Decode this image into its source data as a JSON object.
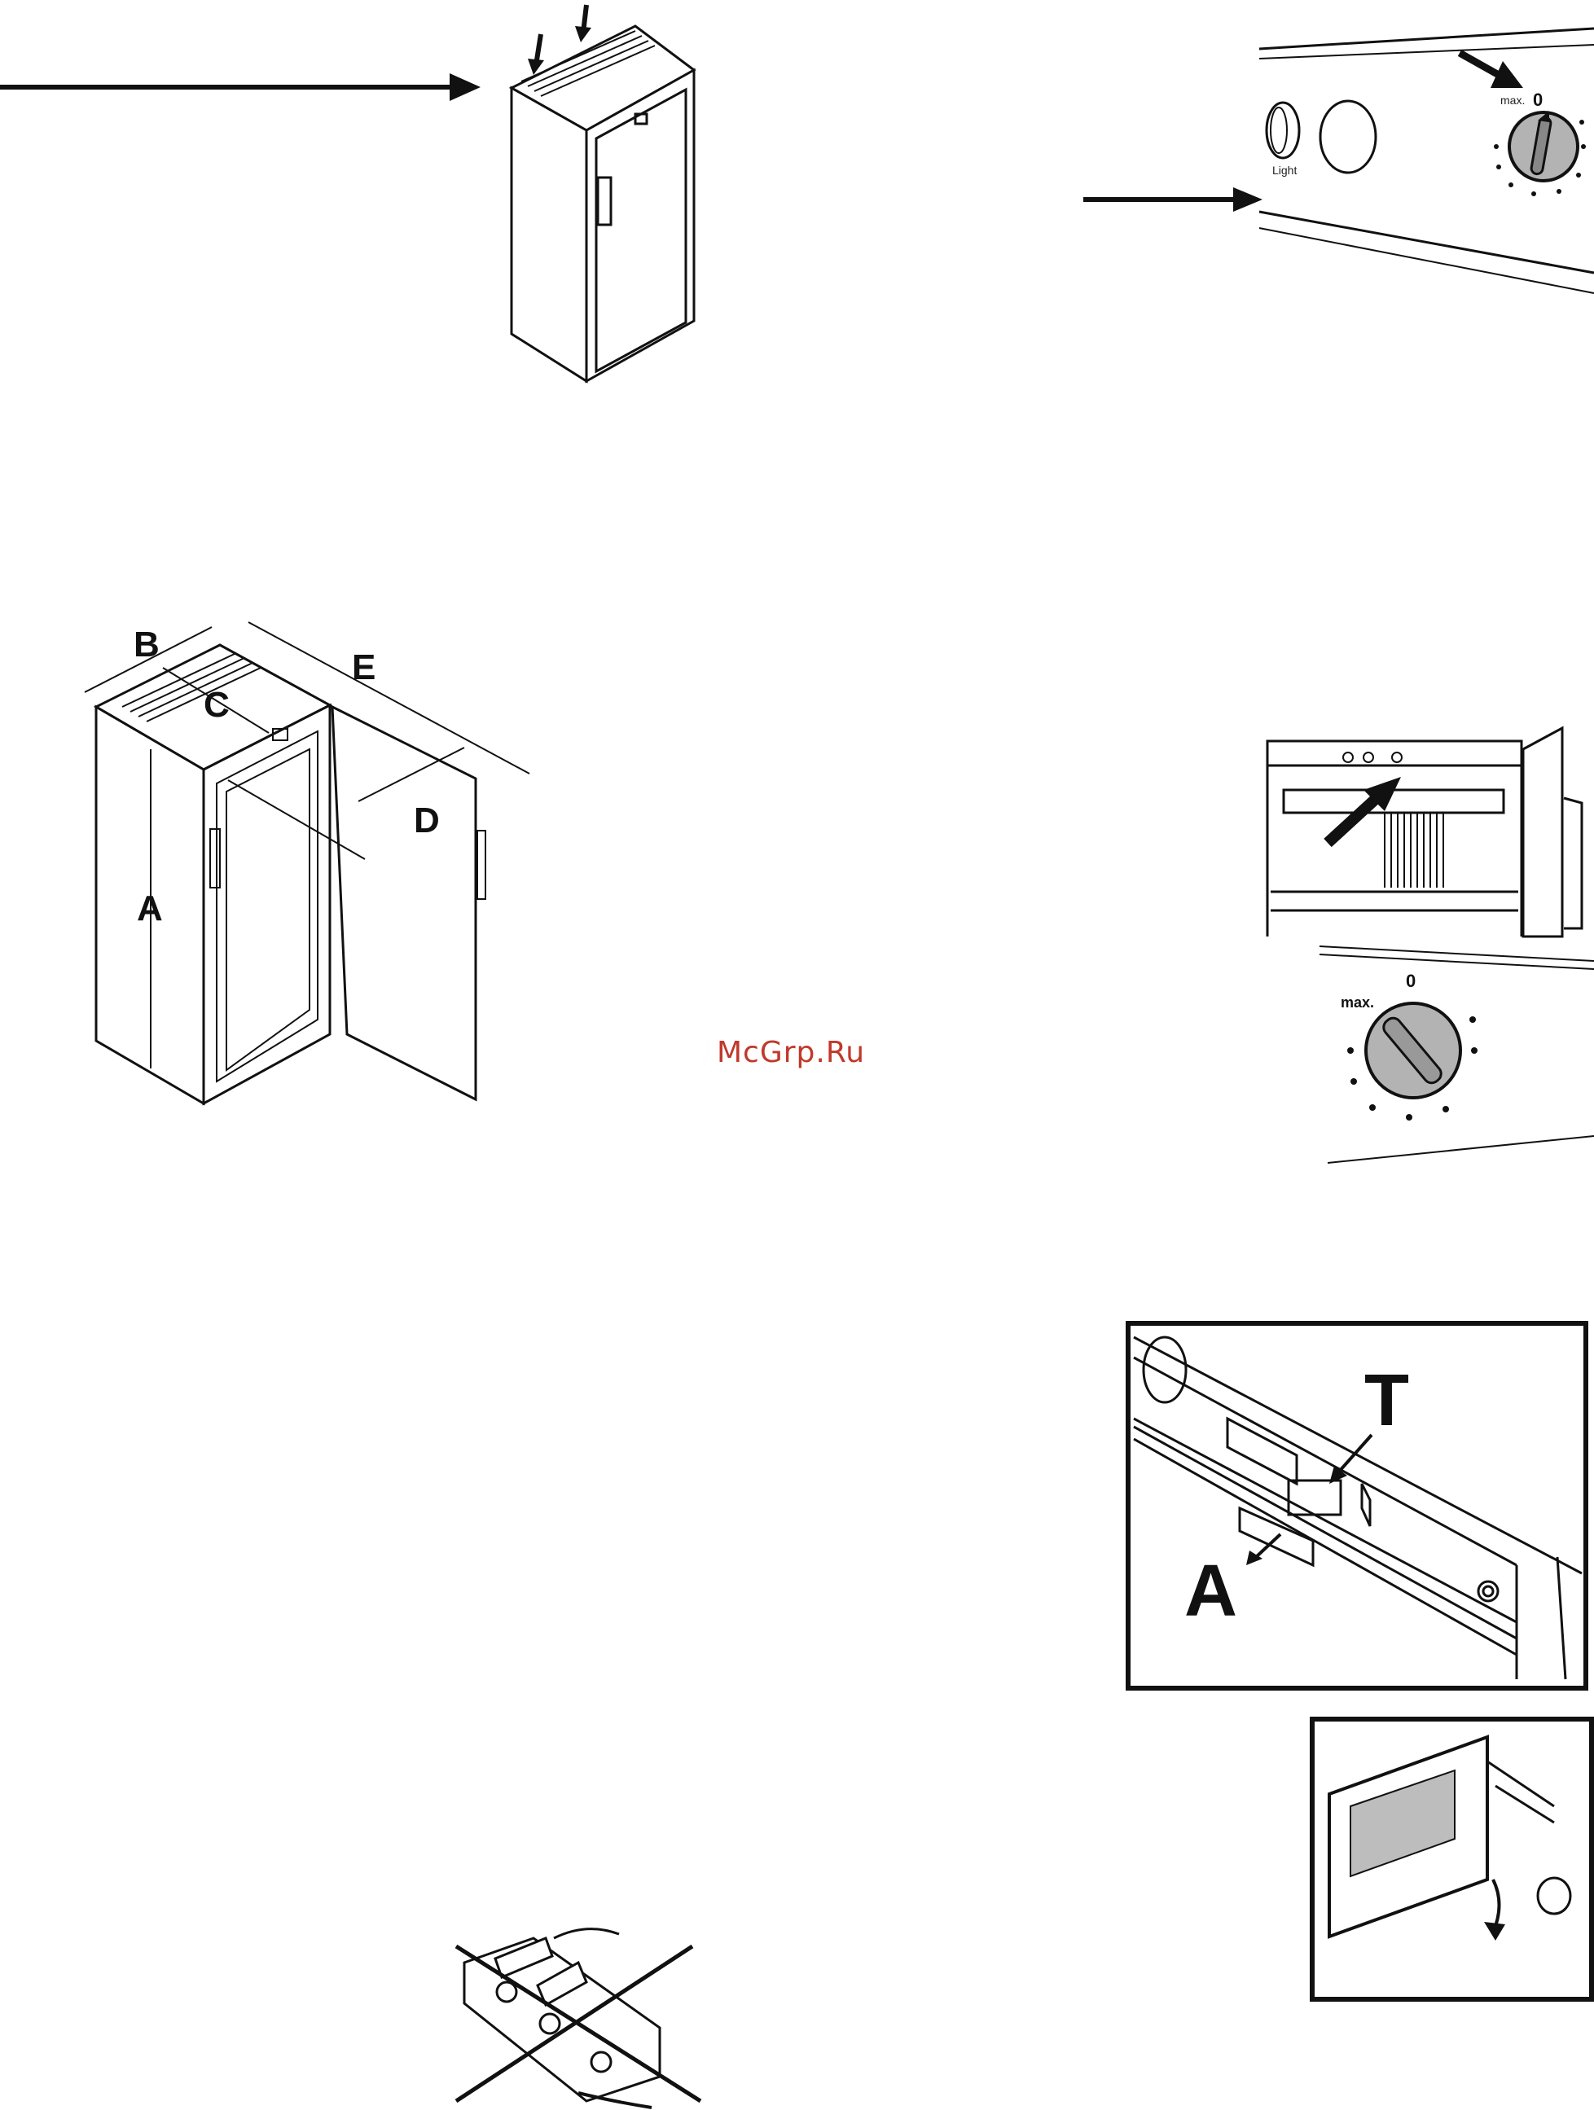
{
  "watermark": "McGrp.Ru",
  "figure_control_panel": {
    "label_zero": "0",
    "label_max": "max.",
    "label_light": "Light"
  },
  "figure_dimensions": {
    "label_a": "A",
    "label_b": "B",
    "label_c": "C",
    "label_d": "D",
    "label_e": "E"
  },
  "figure_interior": {
    "label_zero": "0",
    "label_max": "max."
  },
  "figure_light_cover": {
    "label_t": "T",
    "label_a": "A"
  },
  "colors": {
    "line": "#111111",
    "dial_fill": "#b3b3b3",
    "watermark": "#c0392b"
  }
}
